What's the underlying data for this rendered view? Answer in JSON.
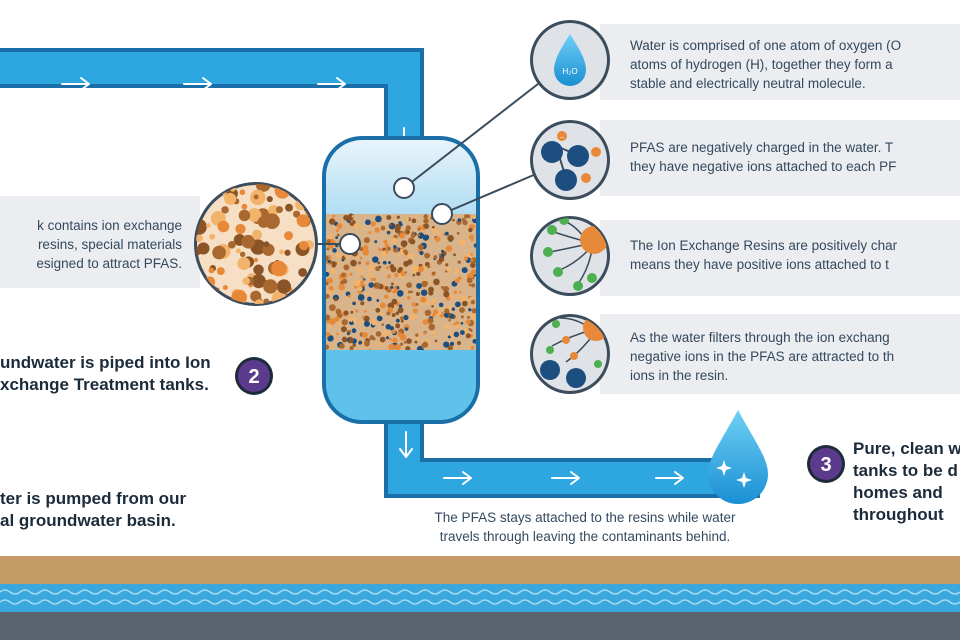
{
  "colors": {
    "pipe": "#2ea7e0",
    "pipe_outline": "#1b6fa8",
    "tank_water": "#5ec2ea",
    "resin_orange": "#e8893a",
    "resin_brown": "#a9682f",
    "pfas_navy": "#1c4e80",
    "badge": "#5d3b8c",
    "ground_sand": "#c49a66",
    "ground_water": "#3aa7dd",
    "ground_rock": "#5a6570",
    "panel": "#ebedf0"
  },
  "icons": [
    "water-drop-icon",
    "arrow-right-icon",
    "arrow-down-icon",
    "sparkle-icon",
    "pfas-molecule-icon",
    "resin-icon"
  ],
  "info": {
    "water": [
      "Water is comprised of one atom of oxygen (O",
      "atoms of hydrogen (H), together they form a",
      "stable and electrically neutral molecule."
    ],
    "pfas": [
      "PFAS are negatively charged in the water. T",
      "they have negative ions attached to each PF"
    ],
    "resin": [
      "The Ion Exchange Resins are positively char",
      "means they have positive ions attached to t"
    ],
    "exchange": [
      "As the water filters through the ion exchang",
      "negative ions in the PFAS are attracted to th",
      "ions in the resin."
    ]
  },
  "drop_label": "H₂O",
  "left_note": [
    "k contains ion exchange",
    "resins, special materials",
    "esigned to attract PFAS."
  ],
  "step2": {
    "number": "2",
    "lines": [
      "undwater is piped into Ion",
      "xchange Treatment tanks."
    ]
  },
  "step1": {
    "lines": [
      "ter is pumped from our",
      "al groundwater basin."
    ]
  },
  "step3": {
    "number": "3",
    "lines": [
      "Pure, clean w",
      "tanks to be d",
      "homes and",
      "throughout"
    ]
  },
  "caption": [
    "The PFAS stays attached to the resins while water",
    "travels through leaving the contaminants behind."
  ]
}
